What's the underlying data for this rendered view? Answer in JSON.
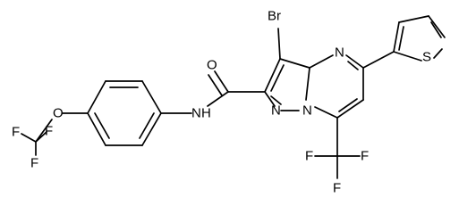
{
  "atoms": {
    "br": "Br",
    "o_carbonyl": "O",
    "nh": "N",
    "h": "H",
    "n_pyrimidine": "N",
    "n_bridge": "N",
    "n_pyrazole": "N",
    "s": "S",
    "o_ether": "O",
    "f_left1": "F",
    "f_left2": "F",
    "f_left3": "F",
    "f_bottom1": "F",
    "f_bottom2": "F",
    "f_bottom3": "F"
  }
}
